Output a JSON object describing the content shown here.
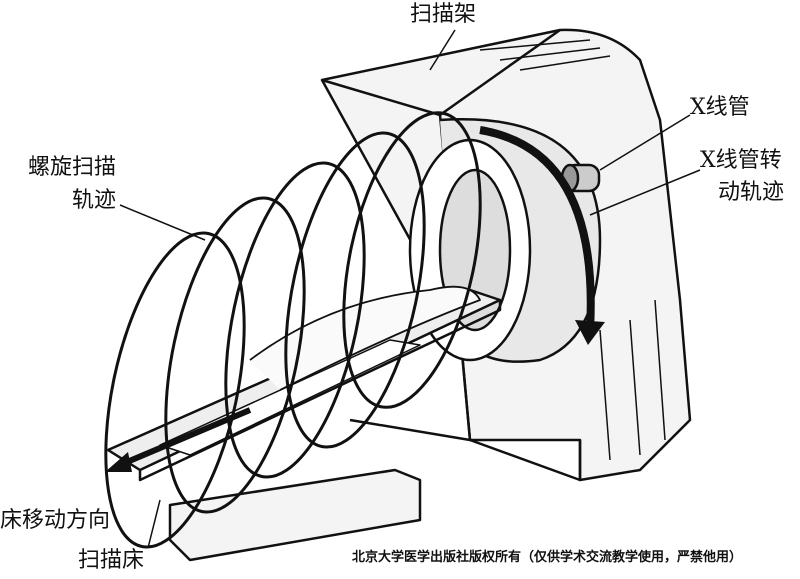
{
  "labels": {
    "gantry": "扫描架",
    "xray_tube": "X线管",
    "tube_rotation_line1": "X线管转",
    "tube_rotation_line2": "动轨迹",
    "helical_line1": "螺旋扫描",
    "helical_line2": "轨迹",
    "table_direction": "床移动方向",
    "scan_table": "扫描床"
  },
  "watermark": "北京大学医学出版社版权所有（仅供学术交流教学使用，严禁他用）"
}
